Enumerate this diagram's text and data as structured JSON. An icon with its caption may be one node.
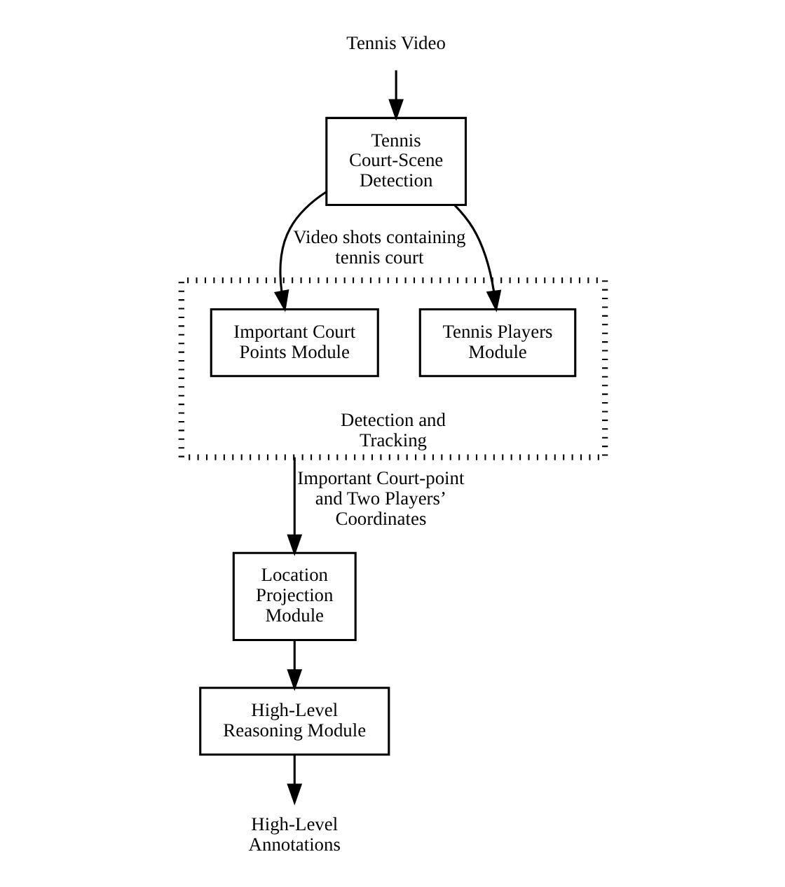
{
  "diagram": {
    "nodes": [
      {
        "text": [
          "Tennis Video"
        ]
      },
      {
        "text": [
          "Tennis Court-Scene Detection"
        ]
      },
      {
        "text": [
          "Detection and Tracking"
        ]
      },
      {
        "text": [
          "Important Court Points Module"
        ],
        "in": 2
      },
      {
        "text": [
          "Tennis Players Module"
        ],
        "in": 2
      },
      {
        "text": [
          "Location Projection Module"
        ]
      },
      {
        "text": [
          "High-Level Reasoning Module"
        ]
      },
      {
        "text": [
          "High-Level Annotations"
        ]
      }
    ],
    "edges": [
      {
        "from": 0,
        "to": 1,
        "arrow": "to"
      },
      {
        "from": 1,
        "to": 3,
        "arrow": "to",
        "label": "Video shots containing tennis court"
      },
      {
        "from": 1,
        "to": 4,
        "arrow": "to"
      },
      {
        "from": 2,
        "to": 5,
        "arrow": "to",
        "label": "Important Court-point and Two Players’ Coordinates"
      },
      {
        "from": 5,
        "to": 6,
        "arrow": "to"
      },
      {
        "from": 6,
        "to": 7,
        "arrow": "to"
      }
    ]
  }
}
